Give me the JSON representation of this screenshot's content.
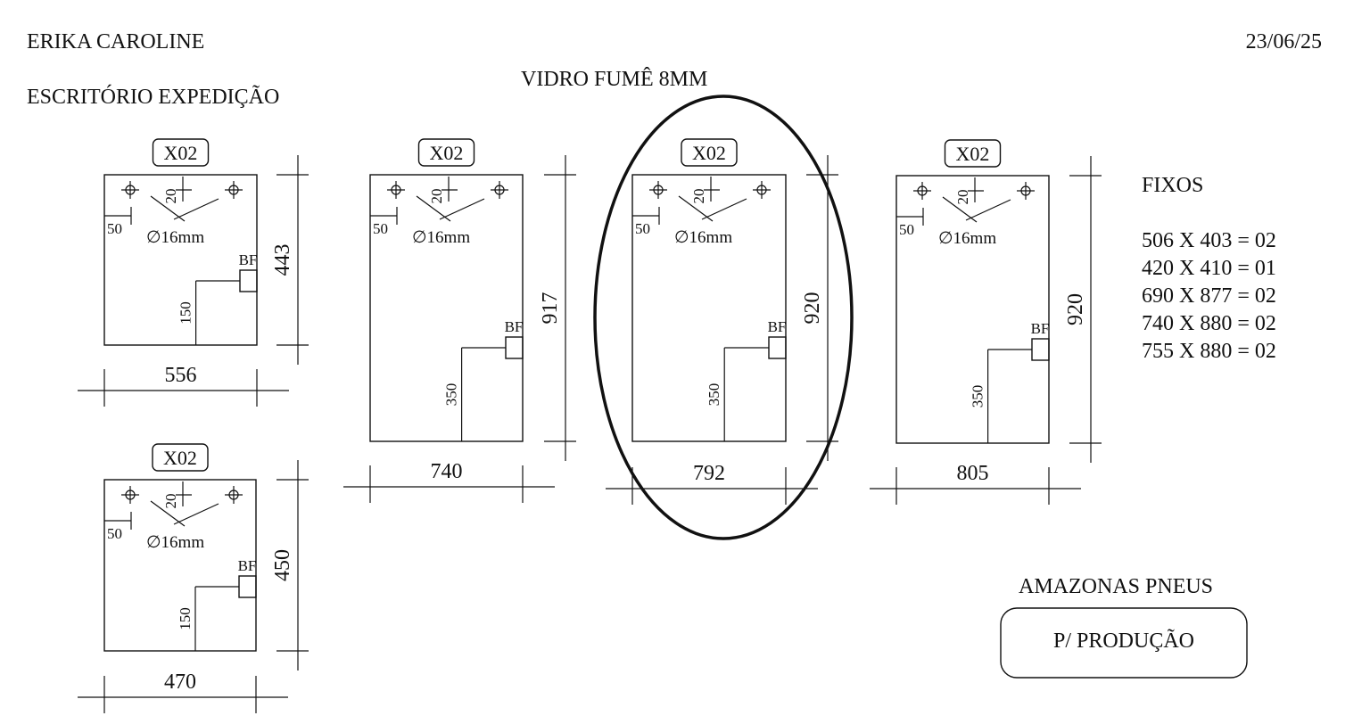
{
  "header": {
    "client": "ERIKA CAROLINE",
    "location": "ESCRITÓRIO EXPEDIÇÃO",
    "date": "23/06/25",
    "material": "VIDRO FUMÊ 8MM"
  },
  "fixed_list": {
    "title": "FIXOS",
    "items": [
      "506 X 403 = 02",
      "420 X 410 = 01",
      "690 X 877 = 02",
      "740 X 880 = 02",
      "755 X 880 = 02"
    ]
  },
  "footer": {
    "company": "AMAZONAS PNEUS",
    "stamp": "P/ PRODUÇÃO"
  },
  "panels": [
    {
      "qty": "X02",
      "width": "556",
      "height": "443",
      "hole_top": "20",
      "hole_side": "50",
      "hole_dia": "∅16mm",
      "bf": "BF",
      "bf_h": "150",
      "circled": false
    },
    {
      "qty": "X02",
      "width": "740",
      "height": "917",
      "hole_top": "20",
      "hole_side": "50",
      "hole_dia": "∅16mm",
      "bf": "BF",
      "bf_h": "350",
      "circled": false
    },
    {
      "qty": "X02",
      "width": "792",
      "height": "920",
      "hole_top": "20",
      "hole_side": "50",
      "hole_dia": "∅16mm",
      "bf": "BF",
      "bf_h": "350",
      "circled": true
    },
    {
      "qty": "X02",
      "width": "805",
      "height": "920",
      "hole_top": "20",
      "hole_side": "50",
      "hole_dia": "∅16mm",
      "bf": "BF",
      "bf_h": "350",
      "circled": false
    },
    {
      "qty": "X02",
      "width": "470",
      "height": "450",
      "hole_top": "20",
      "hole_side": "50",
      "hole_dia": "∅16mm",
      "bf": "BF",
      "bf_h": "150",
      "circled": false
    }
  ]
}
